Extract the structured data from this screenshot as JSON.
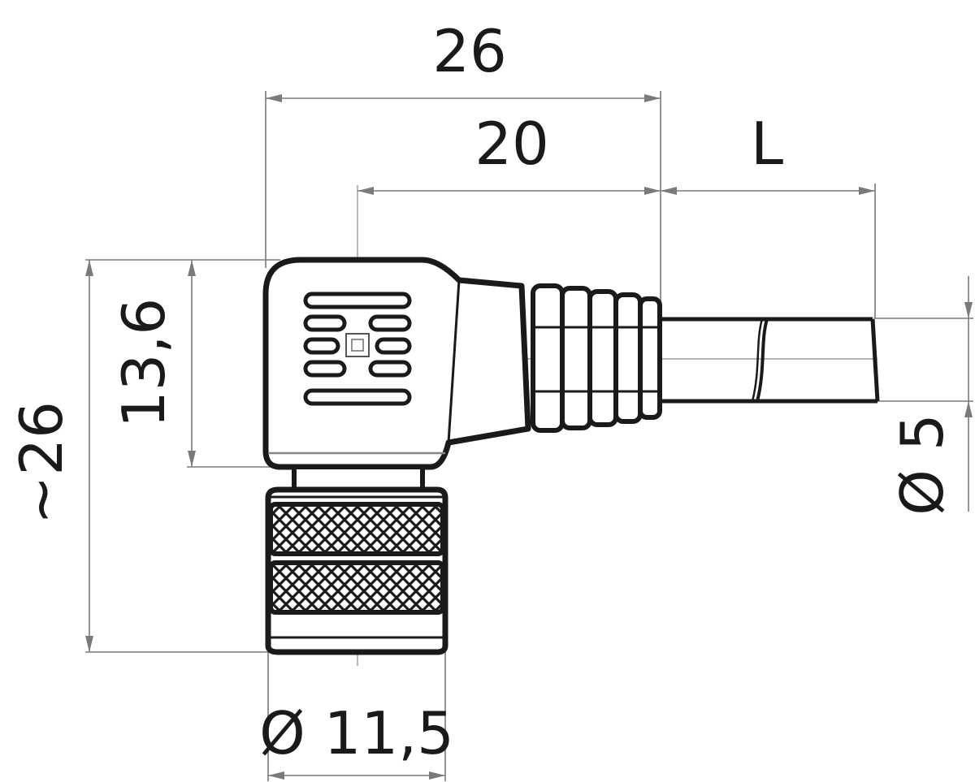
{
  "dimensions": {
    "overall_length": "26",
    "body_length": "20",
    "cable_length": "L",
    "body_height": "13,6",
    "overall_height": "~26",
    "cable_diameter": "Ø 5",
    "coupling_diameter": "Ø 11,5"
  },
  "colors": {
    "outline": "#1a1a1a",
    "dimension_line": "#7a7a7a",
    "background": "#ffffff"
  }
}
